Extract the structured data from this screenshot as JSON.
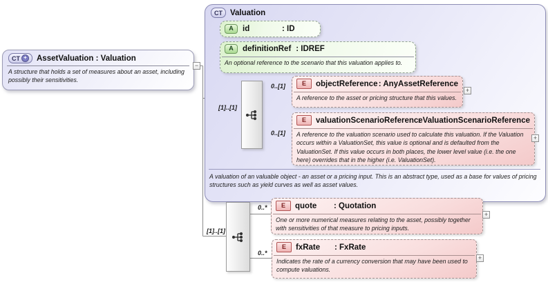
{
  "asset": {
    "badge": "CT",
    "title": "AssetValuation : Valuation",
    "description": "A structure that holds a set of measures about an asset, including possibly their sensitivities."
  },
  "valuation": {
    "badge": "CT",
    "title": "Valuation",
    "footer": "A valuation of an valuable object - an asset or a pricing input. This is an abstract type, used as a base for values of pricing structures such as yield curves as well as asset values.",
    "attributes": [
      {
        "badge": "A",
        "name": "id",
        "type": ": ID"
      },
      {
        "badge": "A",
        "name": "definitionRef",
        "type": ": IDREF",
        "description": "An optional reference to the scenario that this valuation applies to."
      }
    ]
  },
  "base_sequence": {
    "cardinality": "[1]..[1]",
    "elements": [
      {
        "badge": "E",
        "name": "objectReference",
        "type": ": AnyAssetReference",
        "cardinality": "0..[1]",
        "description": "A reference to the asset or pricing structure that this values."
      },
      {
        "badge": "E",
        "name": "valuationScenarioReference",
        "type": ": ValuationScenarioReference",
        "cardinality": "0..[1]",
        "description": "A reference to the valuation scenario used to calculate this valuation. If the Valuation occurs within a ValuationSet, this value is optional and is defaulted from the ValuationSet. If this value occurs in both places, the lower level value (i.e. the one here) overrides that in the higher (i.e. ValuationSet)."
      }
    ]
  },
  "own_sequence": {
    "cardinality": "[1]..[1]",
    "elements": [
      {
        "badge": "E",
        "name": "quote",
        "type": ": Quotation",
        "cardinality": "0..*",
        "description": "One or more numerical measures relating to the asset, possibly together with sensitivities of that measure to pricing inputs."
      },
      {
        "badge": "E",
        "name": "fxRate",
        "type": ": FxRate",
        "cardinality": "0..*",
        "description": "Indicates the rate of a currency conversion that may have been used to compute valuations."
      }
    ]
  },
  "icons": {
    "collapse": "−",
    "expand": "+",
    "derived": "+"
  }
}
